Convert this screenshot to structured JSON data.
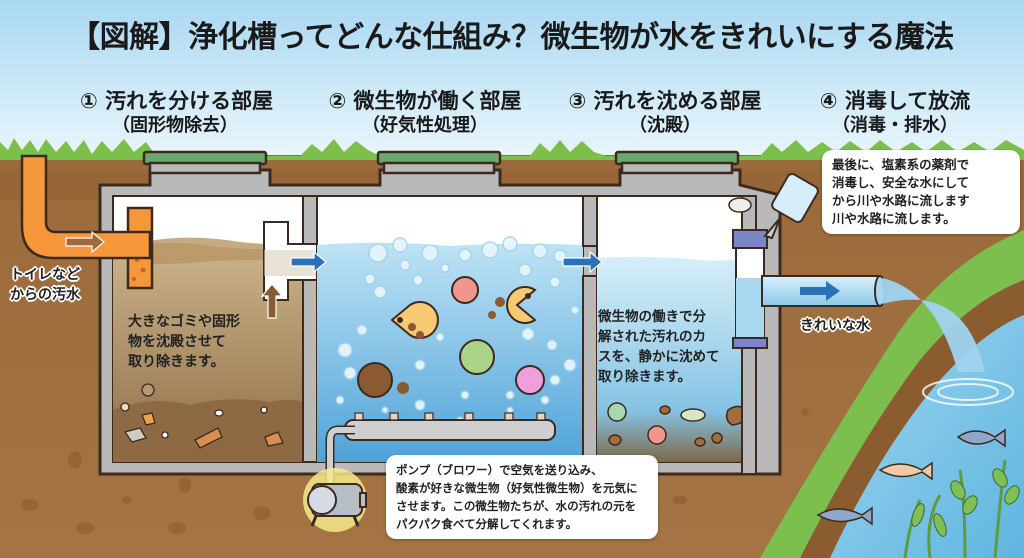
{
  "title": "【図解】浄化槽ってどんな仕組み？微生物が水をきれいにする魔法",
  "sections": [
    {
      "number": "①",
      "title": "① 汚れを分ける部屋",
      "subtitle": "（固形物除去）"
    },
    {
      "number": "②",
      "title": "② 微生物が働く部屋",
      "subtitle": "（好気性処理）"
    },
    {
      "number": "③",
      "title": "③ 汚れを沈める部屋",
      "subtitle": "（沈殿）"
    },
    {
      "number": "④",
      "title": "④ 消毒して放流",
      "subtitle": "（消毒・排水）"
    }
  ],
  "labels": {
    "inlet_line1": "トイレなど",
    "inlet_line2": "からの汚水",
    "clean_water": "きれいな水"
  },
  "descriptions": {
    "room1": [
      "大きなゴミや固形",
      "物を沈殿させて",
      "取り除きます。"
    ],
    "room3": [
      "微生物の働きで分",
      "解された汚れのカ",
      "スを、静かに沈めて",
      "取り除きます。"
    ],
    "disinfect": [
      "最後に、塩素系の薬剤で",
      "消毒し、安全な水にして",
      "から川や水路に流します",
      "川や水路に流します。"
    ],
    "pump": [
      "ポンプ（ブロワー）で空気を送り込み、",
      "酸素が好きな微生物（好気性微生物）を元気に",
      "させます。この微生物たちが、水の汚れの元を",
      "パクパク食べて分解してくれます。"
    ]
  },
  "icons": {
    "inlet_pipe": "orange-pipe-icon",
    "blower": "blower-pump-icon",
    "disinfectant": "chemical-bottle-icon",
    "tablet": "chlorine-tablet-icon",
    "fish": "fish-icon",
    "microbe": "microbe-icon",
    "arrow": "flow-arrow-icon"
  },
  "colors": {
    "sky": "#cfe9f7",
    "grass": "#7cc04b",
    "soil": "#a8753f",
    "tank_wall": "#b9b9b9",
    "lid": "#6aa86b",
    "inlet_pipe": "#f5973a",
    "sludge": "#c2a67a",
    "water": "#8fcbe9",
    "arrow_blue": "#2a72b8",
    "arrow_brown": "#8a5a32",
    "outline": "#3c2a1e"
  }
}
